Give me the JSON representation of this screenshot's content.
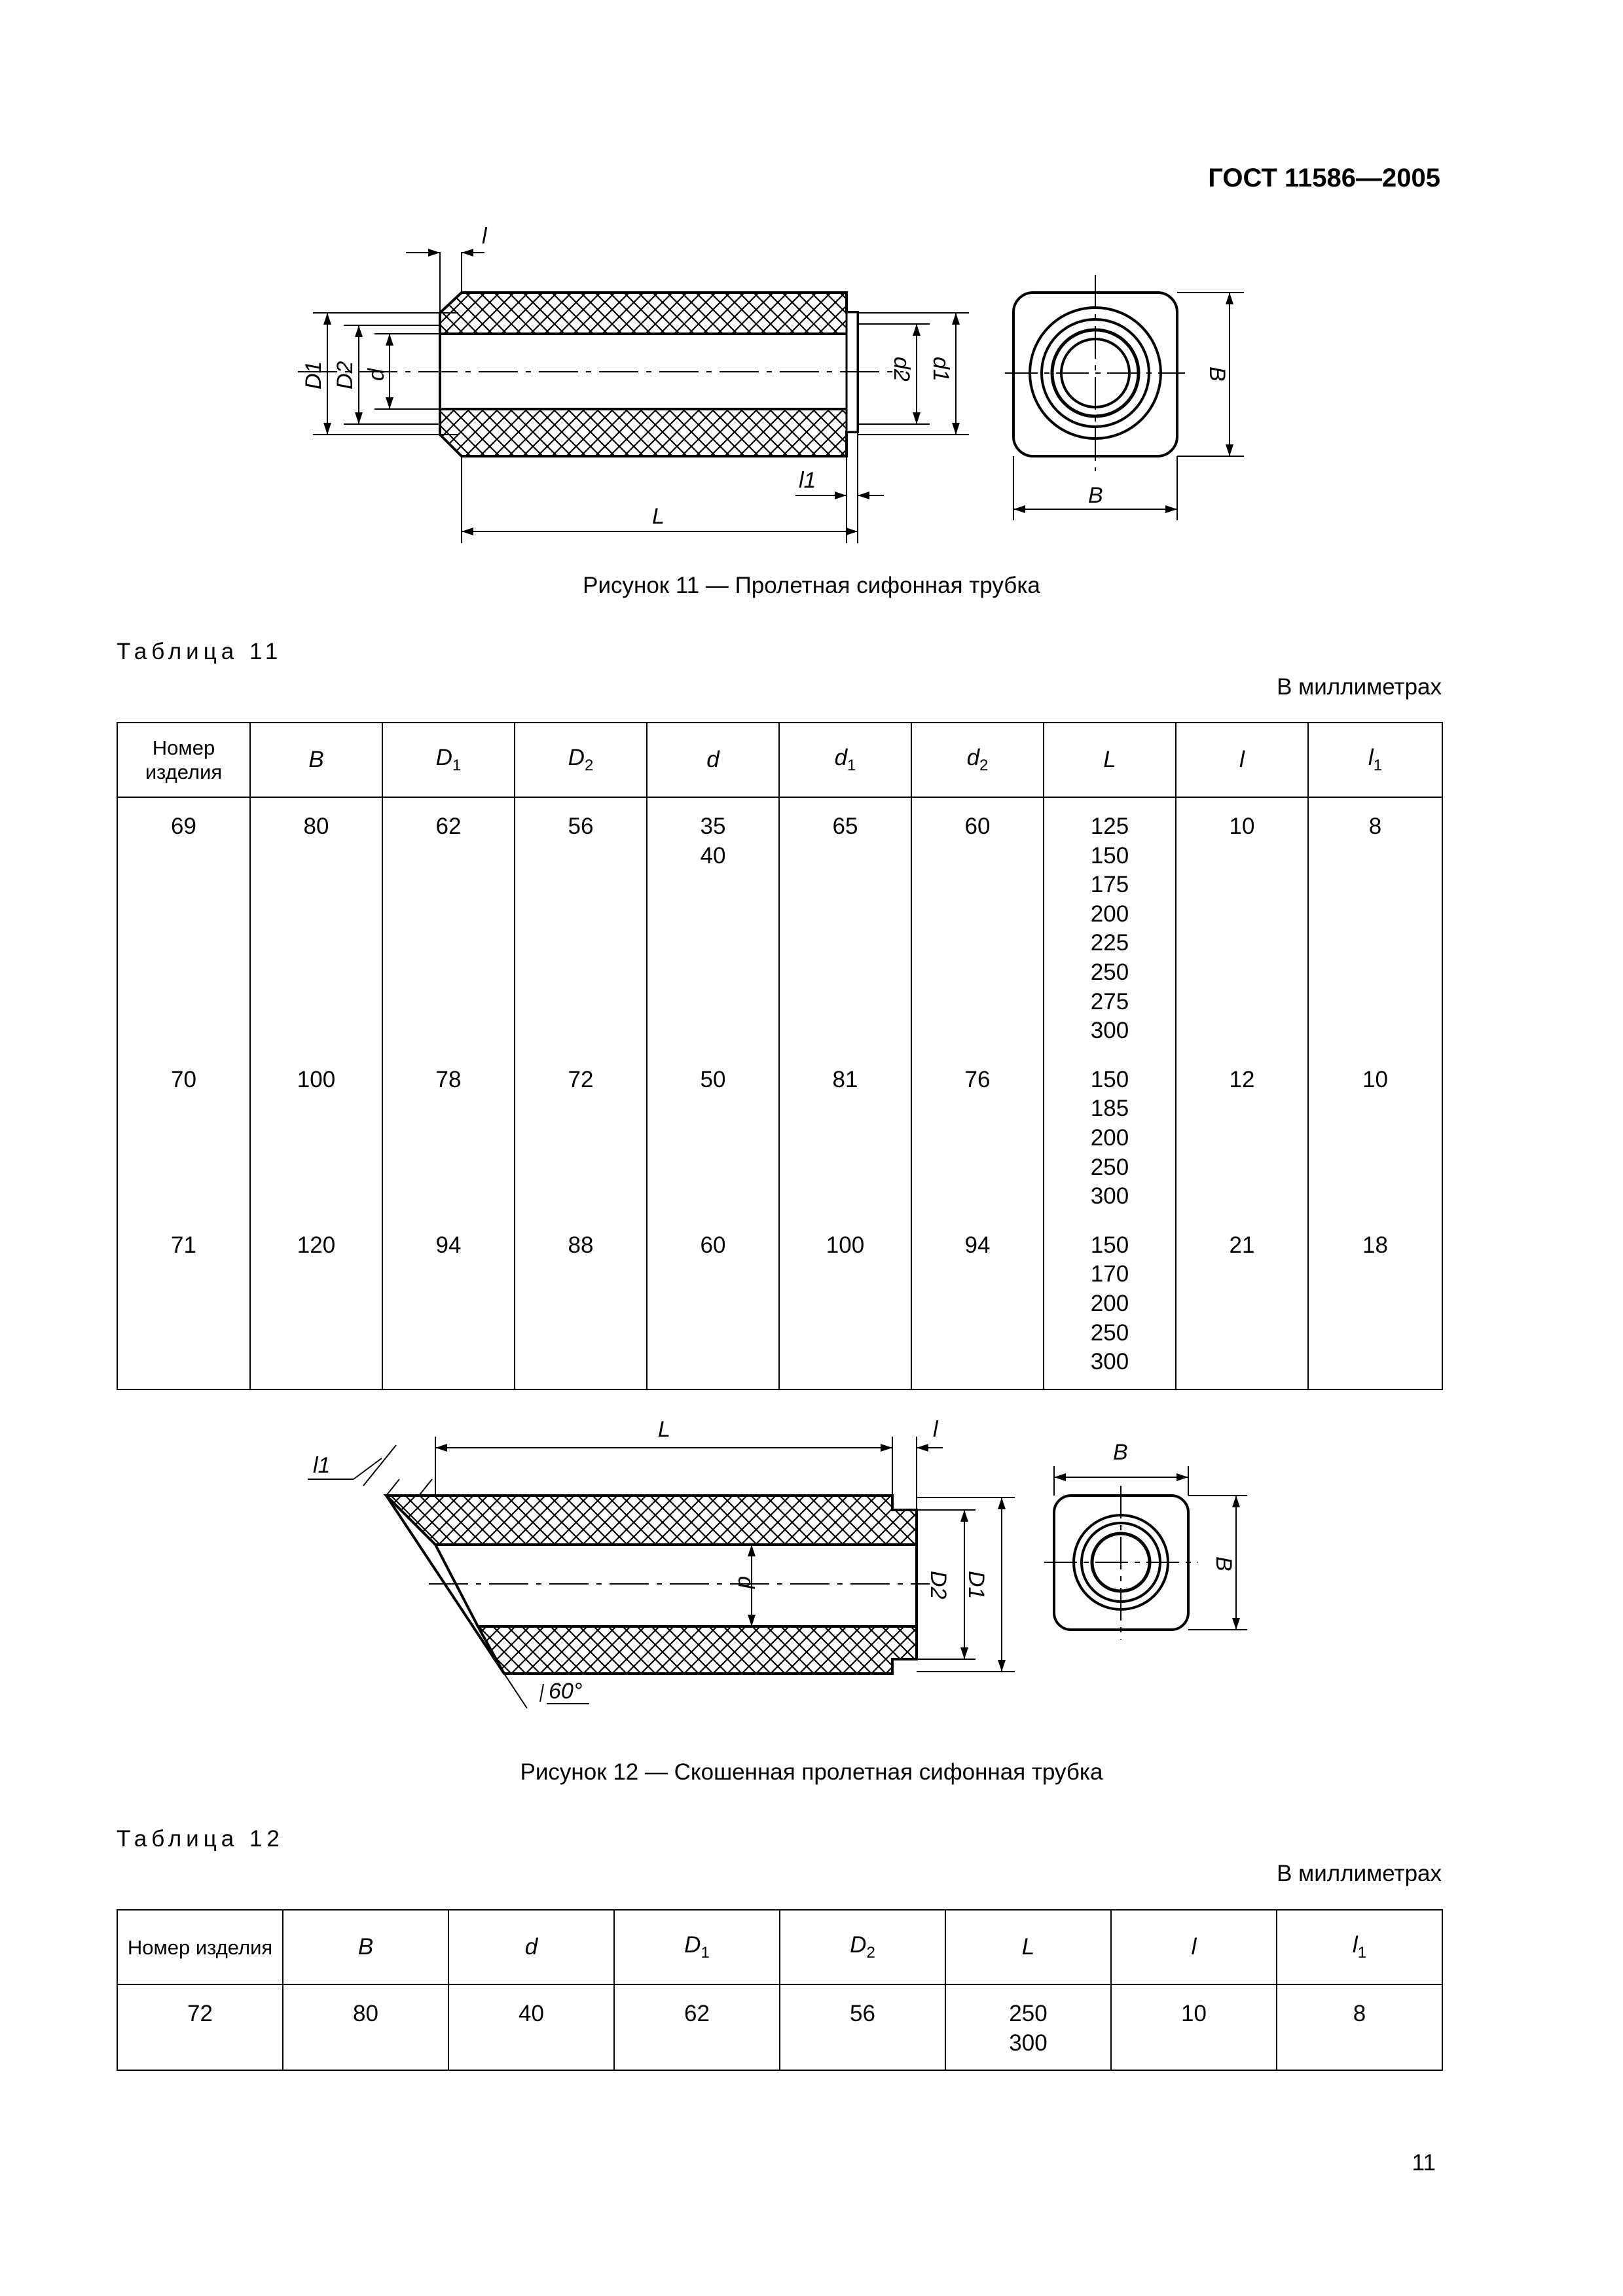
{
  "header": {
    "doc_id": "ГОСТ 11586—2005"
  },
  "figure11": {
    "caption": "Рисунок 11 — Пролетная сифонная трубка",
    "labels": {
      "l": "l",
      "D1": "D1",
      "D2": "D2",
      "d": "d",
      "d2": "d2",
      "d1": "d1",
      "l1": "l1",
      "L": "L",
      "B_side": "B",
      "B_bottom": "B"
    }
  },
  "table11": {
    "label": "Таблица 11",
    "units": "В миллиметрах",
    "headers": [
      "Номер изделия",
      "B",
      "D1",
      "D2",
      "d",
      "d1",
      "d2",
      "L",
      "l",
      "l1"
    ],
    "rows": [
      {
        "num": "69",
        "B": "80",
        "D1": "62",
        "D2": "56",
        "d": [
          "35",
          "40"
        ],
        "d1": "65",
        "d2": "60",
        "L": [
          "125",
          "150",
          "175",
          "200",
          "225",
          "250",
          "275",
          "300"
        ],
        "l": "10",
        "l1": "8"
      },
      {
        "num": "70",
        "B": "100",
        "D1": "78",
        "D2": "72",
        "d": [
          "50"
        ],
        "d1": "81",
        "d2": "76",
        "L": [
          "150",
          "185",
          "200",
          "250",
          "300"
        ],
        "l": "12",
        "l1": "10"
      },
      {
        "num": "71",
        "B": "120",
        "D1": "94",
        "D2": "88",
        "d": [
          "60"
        ],
        "d1": "100",
        "d2": "94",
        "L": [
          "150",
          "170",
          "200",
          "250",
          "300"
        ],
        "l": "21",
        "l1": "18"
      }
    ]
  },
  "figure12": {
    "caption": "Рисунок 12 — Скошенная пролетная сифонная трубка",
    "labels": {
      "L": "L",
      "l": "l",
      "l1": "l1",
      "d": "d",
      "D2": "D2",
      "D1": "D1",
      "angle": "60°",
      "B_top": "B",
      "B_side": "B"
    }
  },
  "table12": {
    "label": "Таблица 12",
    "units": "В миллиметрах",
    "headers": [
      "Номер изделия",
      "B",
      "d",
      "D1",
      "D2",
      "L",
      "l",
      "l1"
    ],
    "rows": [
      {
        "num": "72",
        "B": "80",
        "d": "40",
        "D1": "62",
        "D2": "56",
        "L": [
          "250",
          "300"
        ],
        "l": "10",
        "l1": "8"
      }
    ]
  },
  "page_number": "11"
}
